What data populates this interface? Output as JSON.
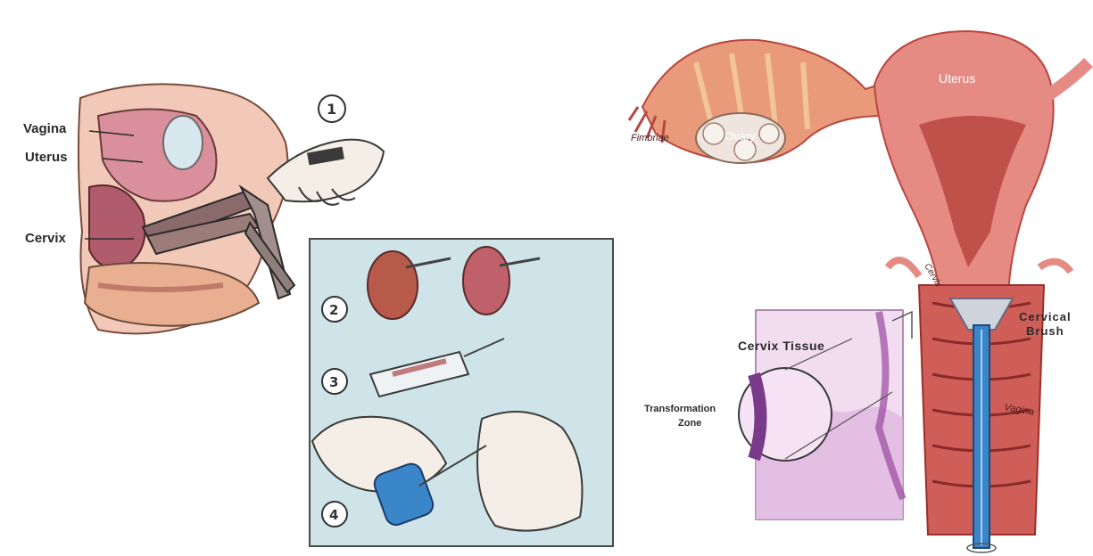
{
  "left_panel": {
    "labels": {
      "vagina": "Vagina",
      "uterus": "Uterus",
      "cervix": "Cervix"
    },
    "steps": [
      "1",
      "2",
      "3",
      "4"
    ]
  },
  "right_panel": {
    "labels": {
      "fimbriae": "Fimbriae",
      "ovary": "Ovary",
      "uterus": "Uterus",
      "cervix": "Cervix",
      "vagina": "Vagina",
      "cervix_tissue": "Cervix Tissue",
      "transformation_zone_1": "Transformation",
      "transformation_zone_2": "Zone",
      "cervical_brush_1": "Cervical",
      "cervical_brush_2": "Brush"
    }
  },
  "colors": {
    "tissue_pink": "#e58b84",
    "tissue_dark": "#b8473f",
    "panel_bg": "#cfe4e8",
    "brush_blue": "#3b86c9",
    "histology_purple": "#b46fb3"
  }
}
